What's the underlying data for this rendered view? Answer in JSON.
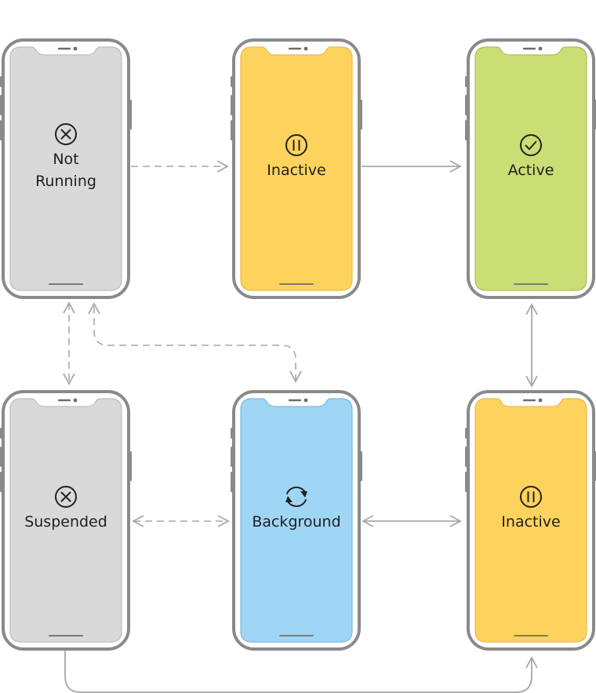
{
  "states": [
    {
      "id": "not-running",
      "lines": [
        "Not",
        "Running"
      ],
      "icon": "cross-circle-icon",
      "color": "#d9d9d9",
      "border": "#bdbdbd"
    },
    {
      "id": "inactive-top",
      "lines": [
        "Inactive"
      ],
      "icon": "pause-circle-icon",
      "color": "#fdd35e",
      "border": "#f0b84a"
    },
    {
      "id": "active",
      "lines": [
        "Active"
      ],
      "icon": "checkmark-circle-icon",
      "color": "#cbdd75",
      "border": "#a9c05a"
    },
    {
      "id": "suspended",
      "lines": [
        "Suspended"
      ],
      "icon": "cross-circle-icon",
      "color": "#d9d9d9",
      "border": "#bdbdbd"
    },
    {
      "id": "background",
      "lines": [
        "Background"
      ],
      "icon": "refresh-arrows-icon",
      "color": "#a0d6f5",
      "border": "#7fb6dc"
    },
    {
      "id": "inactive-bottom",
      "lines": [
        "Inactive"
      ],
      "icon": "pause-circle-icon",
      "color": "#fdd35e",
      "border": "#f0b84a"
    }
  ]
}
